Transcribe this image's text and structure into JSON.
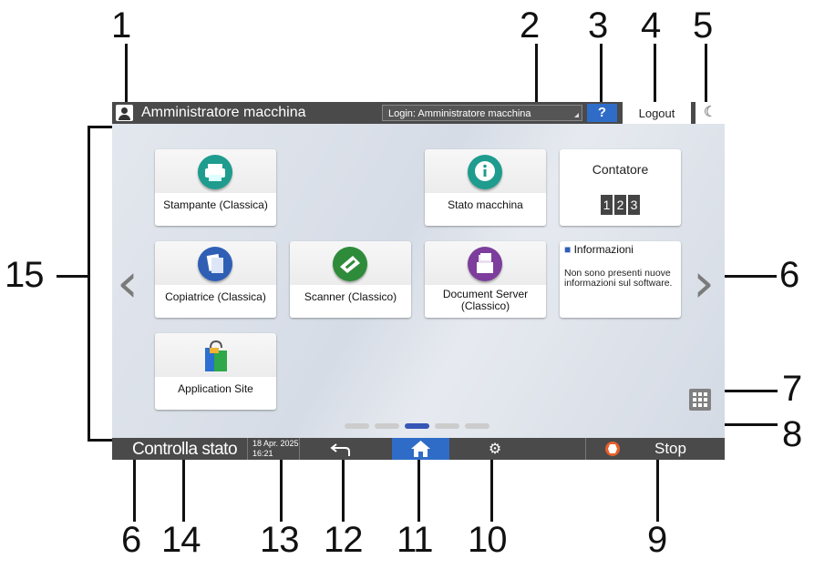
{
  "callouts": [
    "1",
    "2",
    "3",
    "4",
    "5",
    "6",
    "7",
    "8",
    "9",
    "10",
    "11",
    "12",
    "13",
    "14",
    "15",
    "6"
  ],
  "topbar": {
    "user_name": "Amministratore macchina",
    "login_text": "Login: Amministratore macchina",
    "help_label": "?",
    "logout_label": "Logout",
    "sleep_label": "☾"
  },
  "tiles": {
    "printer": {
      "label": "Stampante (Classica)",
      "icon": "printer-icon",
      "color": "#1e9c8e"
    },
    "status": {
      "label": "Stato macchina",
      "icon": "info-icon",
      "color": "#1e9c8e"
    },
    "counter": {
      "title": "Contatore",
      "digits": [
        "1",
        "2",
        "3"
      ]
    },
    "copier": {
      "label": "Copiatrice (Classica)",
      "icon": "copier-icon",
      "color": "#2f5fb5"
    },
    "scanner": {
      "label": "Scanner (Classico)",
      "icon": "scanner-icon",
      "color": "#2e8b3a"
    },
    "docserver": {
      "label": "Document Server\n(Classico)",
      "icon": "document-server-icon",
      "color": "#7d3d9c"
    },
    "info": {
      "title": "Informazioni",
      "body": "Non sono presenti nuove informazioni sul software."
    },
    "appsite": {
      "label": "Application Site",
      "icon": "shopping-bag-icon"
    }
  },
  "bottombar": {
    "check_status": "Controlla stato",
    "date": "18 Apr. 2025",
    "time": "16:21",
    "stop_label": "Stop"
  },
  "colors": {
    "accent": "#2f6cc7",
    "bar": "#4a4a4a",
    "stop": "#e65f2b"
  },
  "page_indicator": {
    "total": 5,
    "active": 3
  }
}
